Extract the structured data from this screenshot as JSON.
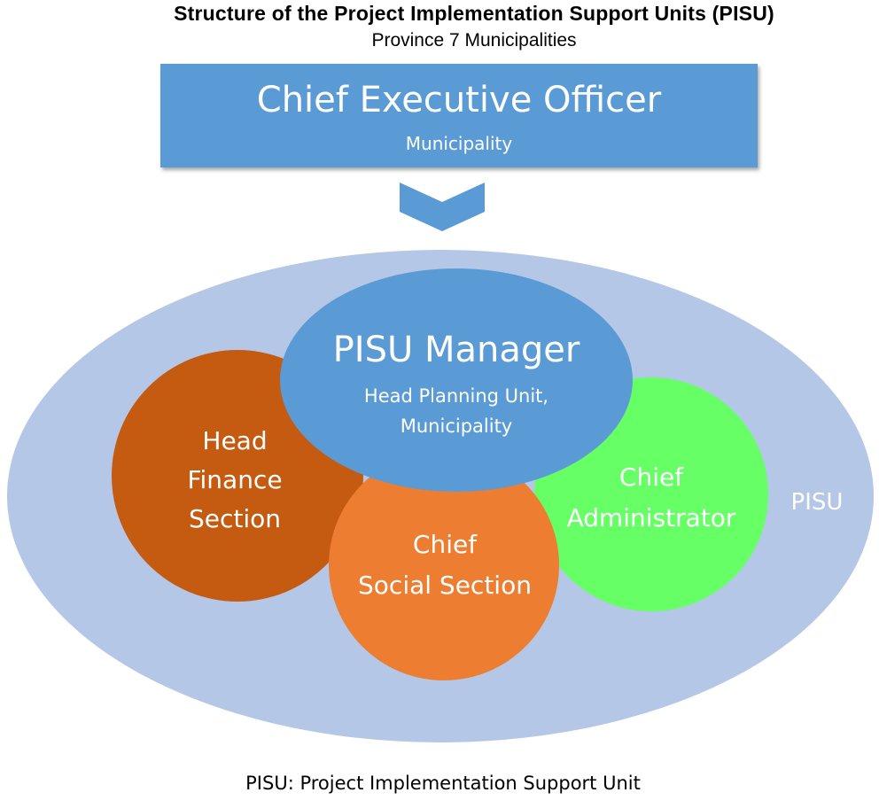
{
  "header": {
    "title": "Structure of the Project Implementation Support Units (PISU)",
    "subtitle": "Province 7 Municipalities"
  },
  "ceo": {
    "title": "Chief Executive Officer",
    "subtitle": "Municipality"
  },
  "pisu_group": {
    "label": "PISU"
  },
  "manager": {
    "title": "PISU Manager",
    "subtitle_line1": "Head Planning Unit,",
    "subtitle_line2": "Municipality"
  },
  "finance": {
    "line1": "Head",
    "line2": "Finance",
    "line3": "Section"
  },
  "social": {
    "line1": "Chief",
    "line2": "Social Section"
  },
  "admin": {
    "line1": "Chief",
    "line2": "Administrator"
  },
  "footnote": "PISU: Project Implementation Support Unit",
  "colors": {
    "ceo_box": "#5b9bd5",
    "outer_ellipse": "#b4c7e7",
    "manager": "#5b9bd5",
    "finance": "#c55a11",
    "social": "#ed7d31",
    "admin": "#66ff66"
  }
}
